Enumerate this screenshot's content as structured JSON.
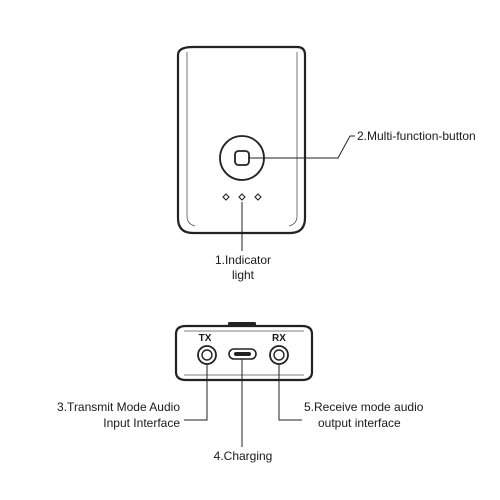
{
  "callouts": {
    "button": "2.Multi-function-button",
    "indicator_line1": "1.Indicator",
    "indicator_line2": "light",
    "transmit_line1": "3.Transmit Mode Audio",
    "transmit_line2": "Input Interface",
    "charging": "4.Charging",
    "receive_line1": "5.Receive mode audio",
    "receive_line2": "output interface"
  },
  "ports": {
    "tx": "TX",
    "rx": "RX"
  },
  "indicator_lights": 3
}
